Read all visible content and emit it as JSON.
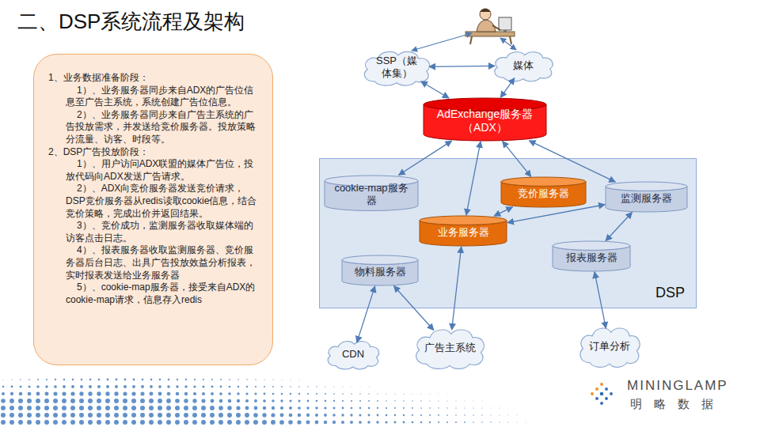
{
  "diagram": {
    "title": "二、DSP系统流程及架构",
    "nodes": [
      {
        "text": [
          "1、业务数据准备阶段：",
          "1）、业务服务器同步来自ADX的广告位信息至广告主系统，系统创建广告位信息。",
          "2）、业务服务器同步来自广告主系统的广告投放需求，并发送给竞价服务器。投放策略分流量、访客、时段等。",
          "2、DSP广告投放阶段：",
          "1）、用户访问ADX联盟的媒体广告位，投放代码向ADX发送广告请求。",
          "2）、ADX向竞价服务器发送竞价请求，DSP竞价服务器从redis读取cookie信息，结合竞价策略，完成出价并返回结果。",
          "3）、竞价成功，监测服务器收取媒体端的访客点击日志。",
          "4）、报表服务器收取监测服务器、竞价服务器后台日志、出具广告投放效益分析报表，实时报表发送给业务服务器",
          "5）、cookie-map服务器，接受来自ADX的cookie-map请求，信息存入redis"
        ]
      },
      {
        "text": [
          "SSP（媒体集）"
        ]
      },
      {
        "text": [
          "媒体"
        ]
      },
      {
        "text": [
          "AdExchange服务器（ADX）"
        ]
      },
      {
        "text": [
          "DSP"
        ]
      },
      {
        "text": [
          "cookie-map服务器"
        ],
        "in": 4
      },
      {
        "text": [
          "竞价服务器"
        ],
        "in": 4
      },
      {
        "text": [
          "监测服务器"
        ],
        "in": 4
      },
      {
        "text": [
          "业务服务器"
        ],
        "in": 4
      },
      {
        "text": [
          "物料服务器"
        ],
        "in": 4
      },
      {
        "text": [
          "报表服务器"
        ],
        "in": 4
      },
      {
        "text": [
          "CDN"
        ]
      },
      {
        "text": [
          "广告主系统"
        ]
      },
      {
        "text": [
          "订单分析"
        ]
      }
    ],
    "edges": [
      {
        "from": 1,
        "to": 2,
        "arrow": "both"
      },
      {
        "from": 1,
        "to": 3,
        "arrow": "both"
      },
      {
        "from": 2,
        "to": 3,
        "arrow": "both"
      },
      {
        "from": 3,
        "to": 5,
        "arrow": "both"
      },
      {
        "from": 3,
        "to": 8,
        "arrow": "both"
      },
      {
        "from": 3,
        "to": 6,
        "arrow": "both"
      },
      {
        "from": 3,
        "to": 7,
        "arrow": "both"
      },
      {
        "from": 6,
        "to": 8,
        "arrow": "both"
      },
      {
        "from": 8,
        "to": 7,
        "arrow": "both"
      },
      {
        "from": 7,
        "to": 10,
        "arrow": "both"
      },
      {
        "from": 9,
        "to": 11,
        "arrow": "both"
      },
      {
        "from": 9,
        "to": 12,
        "arrow": "both"
      },
      {
        "from": 8,
        "to": 12,
        "arrow": "both"
      },
      {
        "from": 10,
        "to": 13,
        "arrow": "both"
      }
    ],
    "labels": [
      "MININGLAMP",
      "明略数据"
    ]
  }
}
